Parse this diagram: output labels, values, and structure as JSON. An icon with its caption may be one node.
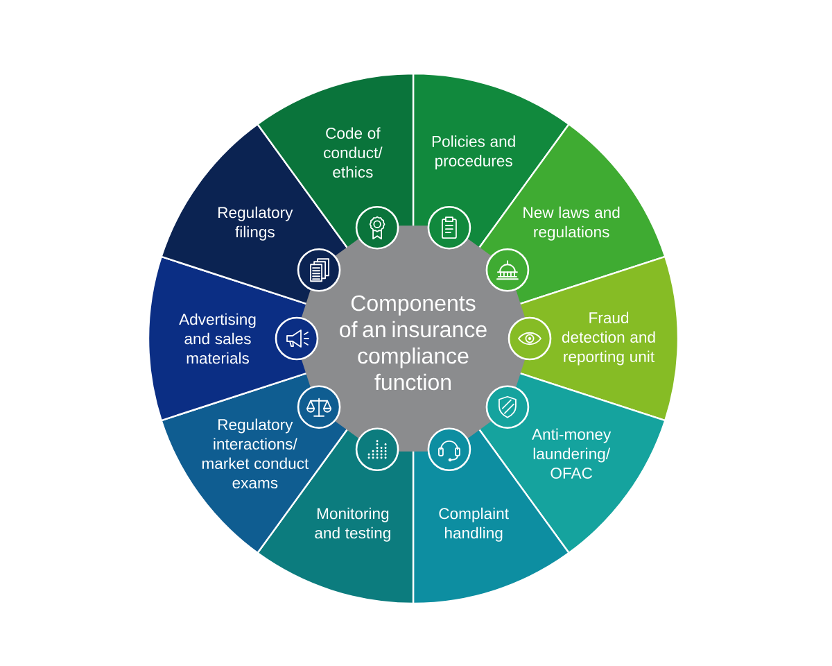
{
  "diagram": {
    "nodes": [
      {
        "text": [
          "Components of an insurance compliance function"
        ]
      },
      {
        "text": [
          "Policies and procedures"
        ]
      },
      {
        "text": [
          "New laws and regulations"
        ]
      },
      {
        "text": [
          "Fraud detection and reporting unit"
        ]
      },
      {
        "text": [
          "Anti-money laundering/ OFAC"
        ]
      },
      {
        "text": [
          "Complaint handling"
        ]
      },
      {
        "text": [
          "Monitoring and testing"
        ]
      },
      {
        "text": [
          "Regulatory interactions/ market conduct exams"
        ]
      },
      {
        "text": [
          "Advertising and sales materials"
        ]
      },
      {
        "text": [
          "Regulatory filings"
        ]
      },
      {
        "text": [
          "Code of conduct/ ethics"
        ]
      }
    ]
  }
}
